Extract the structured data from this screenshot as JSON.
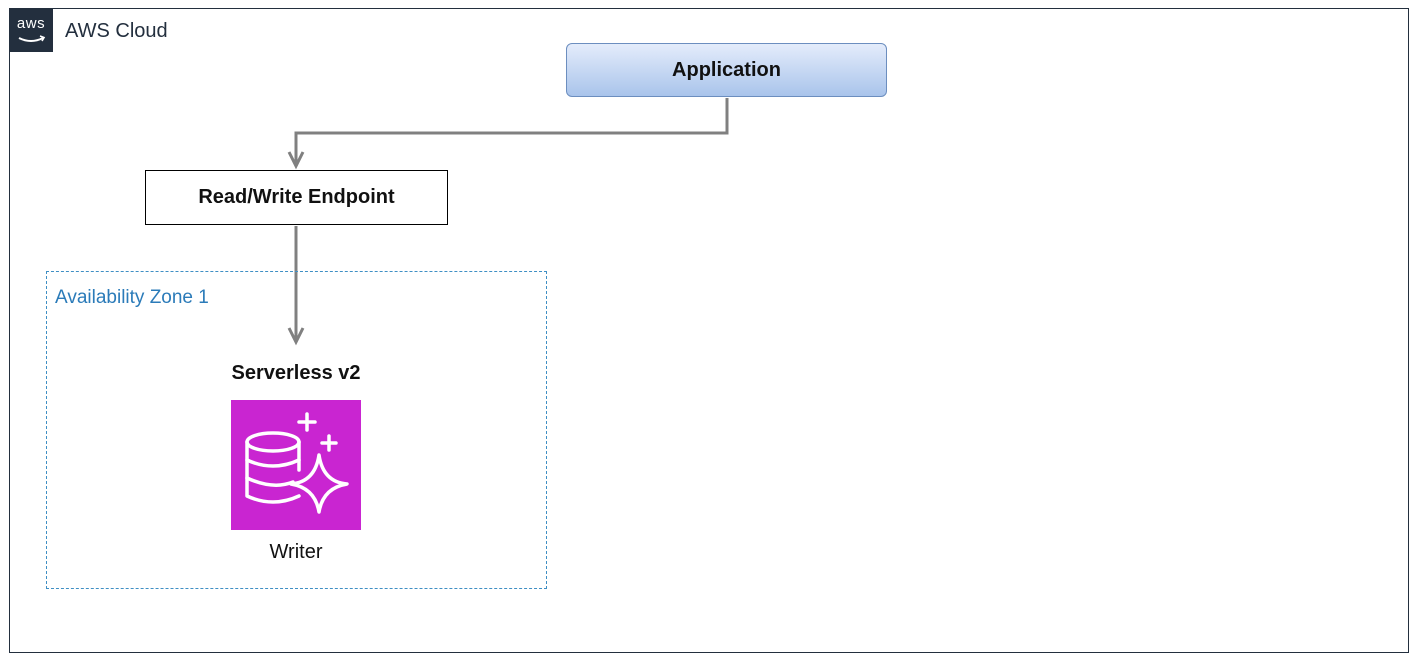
{
  "cloud": {
    "label": "AWS Cloud",
    "logo_text": "aws",
    "logo_icon": "aws-logo-icon"
  },
  "nodes": {
    "application": {
      "label": "Application"
    },
    "endpoint": {
      "label": "Read/Write Endpoint"
    },
    "zone": {
      "label": "Availability Zone 1"
    },
    "database": {
      "title": "Serverless v2",
      "role": "Writer",
      "icon": "aurora-database-icon",
      "icon_color": "#C925D1"
    }
  },
  "colors": {
    "connector": "#808080",
    "zone_border": "#3F8FC4",
    "app_border": "#6C8EBF"
  }
}
